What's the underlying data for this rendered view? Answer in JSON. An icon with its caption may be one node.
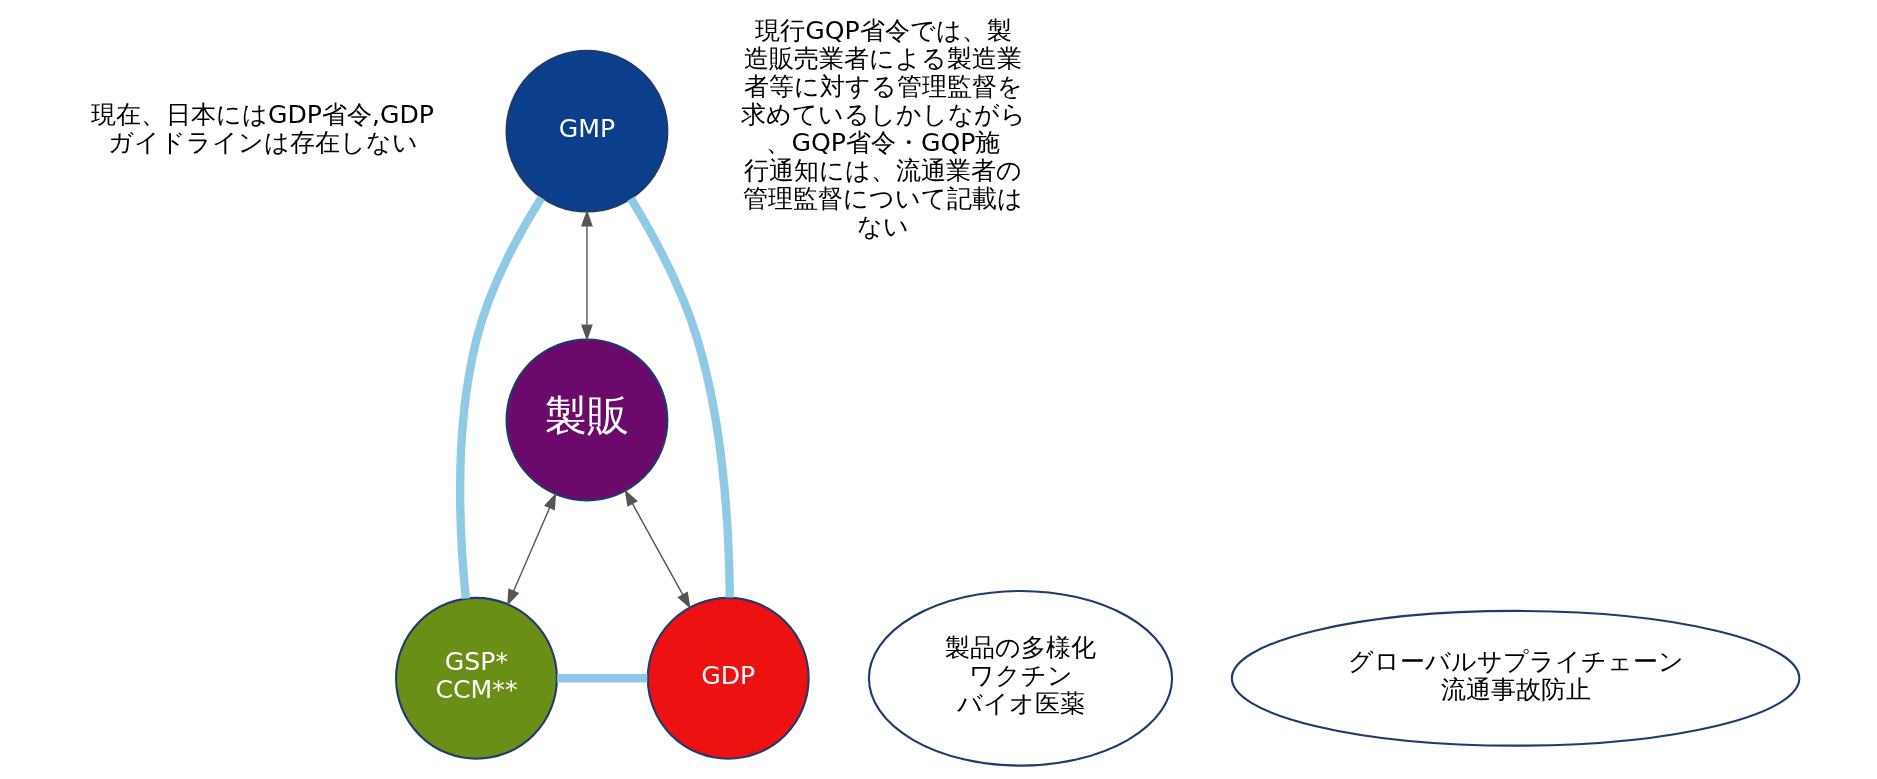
{
  "diagram": {
    "nodes": [
      {
        "text": [
          "GMP"
        ]
      },
      {
        "text": [
          "製販"
        ]
      },
      {
        "text": [
          "GSP*",
          "CCM**"
        ]
      },
      {
        "text": [
          "GDP"
        ]
      },
      {
        "text": [
          "製品の多様化",
          "ワクチン",
          "バイオ医薬"
        ]
      },
      {
        "text": [
          "グローバルサプライチェーン",
          "流通事故防止"
        ]
      }
    ],
    "edges": [
      {
        "from": 0,
        "to": 2,
        "arrow": "none",
        "style": "thick",
        "color": "#8ecae6"
      },
      {
        "from": 0,
        "to": 3,
        "arrow": "none",
        "style": "thick",
        "color": "#8ecae6"
      },
      {
        "from": 2,
        "to": 3,
        "arrow": "none",
        "style": "thick",
        "color": "#8ecae6"
      },
      {
        "from": 0,
        "to": 1,
        "arrow": "both",
        "color": "#555555"
      },
      {
        "from": 1,
        "to": 2,
        "arrow": "both",
        "color": "#555555"
      },
      {
        "from": 1,
        "to": 3,
        "arrow": "both",
        "color": "#555555"
      }
    ],
    "labels": [
      "現在、日本にはGDP省令,GDPガイドラインは存在しない",
      "現行GQP省令では、製造販売業者による製造業者等に対する管理監督を求めているしかしながら、GQP省令・GQP施行通知には、流通業者の管理監督について記載はない"
    ]
  }
}
